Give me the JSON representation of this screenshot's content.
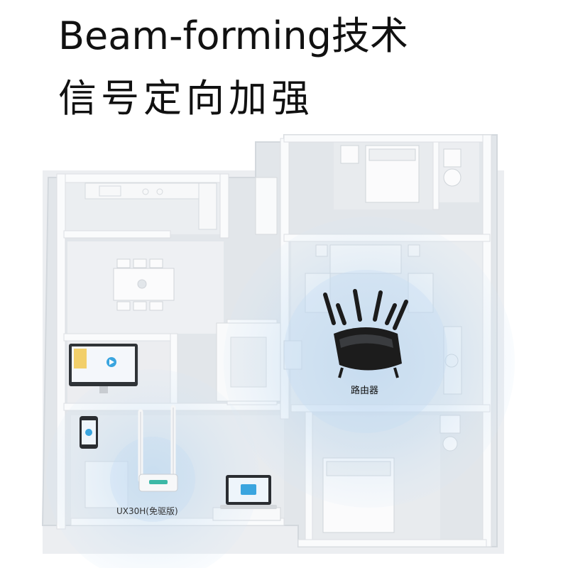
{
  "headline": {
    "line1": "Beam-forming技术",
    "line2": "信号定向加强"
  },
  "labels": {
    "router": "路由器",
    "adapter": "UX30H(免驱版)"
  },
  "icons": {
    "router": "wifi-router-icon",
    "adapter": "usb-wifi-adapter-icon",
    "phone": "smartphone-icon",
    "monitor": "monitor-icon",
    "laptop": "laptop-icon"
  },
  "colors": {
    "signal": "#bcd9f2",
    "walls": "#f4f5f7",
    "floor": "#e6e9ed",
    "router": "#1c1c1c",
    "screen_accent": "#3aa5df"
  }
}
